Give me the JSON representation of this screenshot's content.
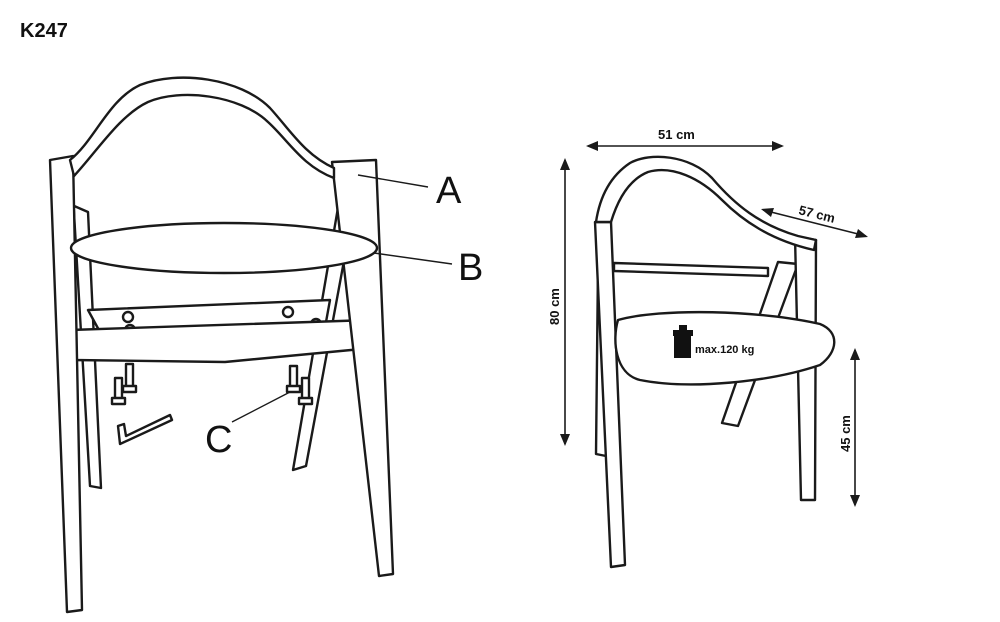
{
  "title": "K247",
  "parts": {
    "a": "A",
    "b": "B",
    "c": "C"
  },
  "dimensions": {
    "width": "51 cm",
    "depth": "57 cm",
    "height": "80 cm",
    "seat_height": "45 cm"
  },
  "max_load": "max.120 kg",
  "colors": {
    "line": "#1a1a1a",
    "background": "#ffffff"
  },
  "icons": [
    "weight-icon",
    "bolt-icon",
    "allen-key-icon"
  ]
}
